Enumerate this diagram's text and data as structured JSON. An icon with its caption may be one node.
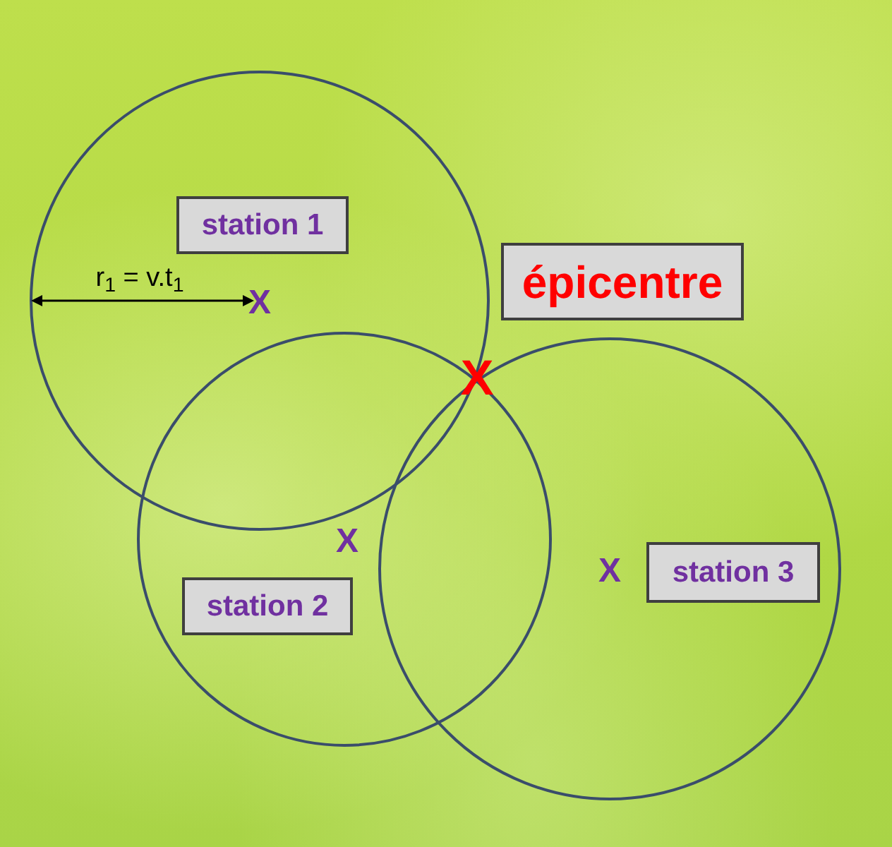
{
  "diagram": {
    "nodes": [
      {
        "text": [],
        "shape": "circle"
      },
      {
        "text": [
          "station 1"
        ],
        "in": 0
      },
      {
        "text": [],
        "shape": "circle"
      },
      {
        "text": [
          "station 2"
        ],
        "in": 2
      },
      {
        "text": [],
        "shape": "circle"
      },
      {
        "text": [
          "station 3"
        ],
        "in": 4
      },
      {
        "text": [
          "épicentre"
        ]
      }
    ],
    "labels": [
      "r$_{1}$ = v.t$_{1}$",
      "X",
      "X",
      "X",
      "X"
    ]
  }
}
